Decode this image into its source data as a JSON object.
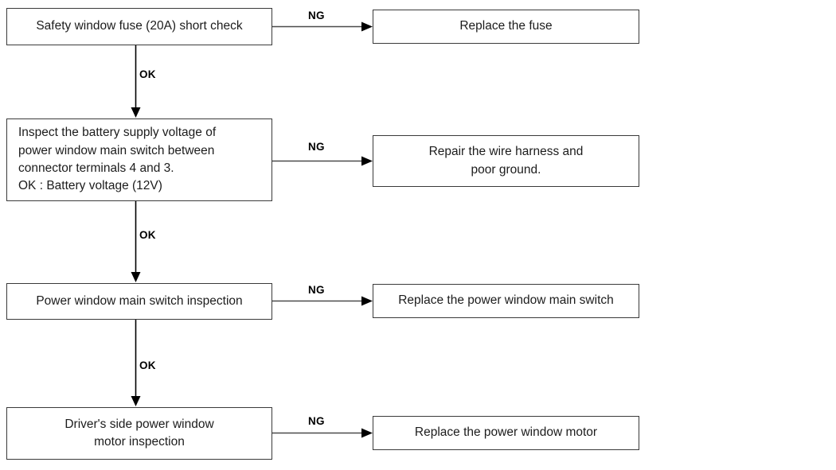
{
  "diagram": {
    "title": "Power window troubleshooting flowchart",
    "stroke_color": "#3a3a3a",
    "line_color": "#4a4a4a",
    "text_color": "#1c1c1c",
    "background": "#ffffff"
  },
  "nodes": {
    "step1_check": "Safety window fuse (20A) short check",
    "step1_result": "Replace the fuse",
    "step2_check": "Inspect the battery supply voltage of\npower window main switch between\nconnector terminals 4 and 3.\nOK : Battery voltage (12V)",
    "step2_result": "Repair the wire harness and\npoor ground.",
    "step3_check": "Power window main switch inspection",
    "step3_result": "Replace the power window main switch",
    "step4_check": "Driver's side power window\nmotor  inspection",
    "step4_result": "Replace the power window motor"
  },
  "edge_labels": {
    "ng1": "NG",
    "ng2": "NG",
    "ng3": "NG",
    "ng4": "NG",
    "ok1": "OK",
    "ok2": "OK",
    "ok3": "OK"
  }
}
